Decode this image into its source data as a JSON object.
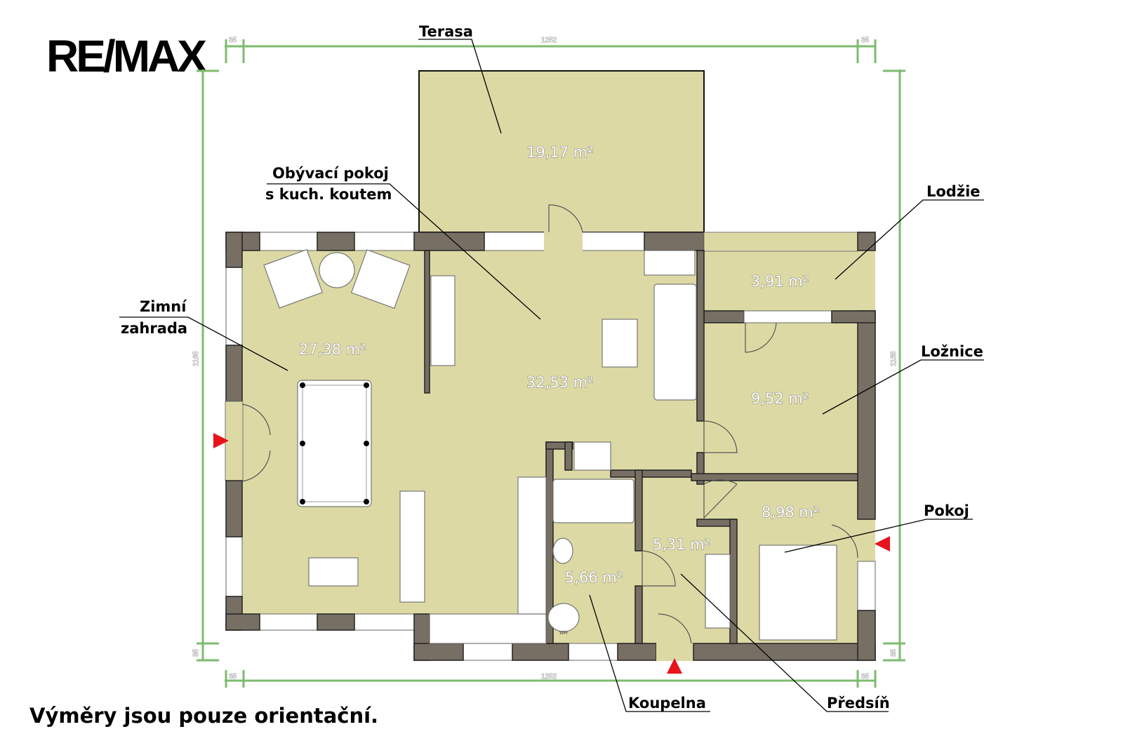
{
  "logo": "RE/MAX",
  "note": "Výměry jsou pouze orientační.",
  "dimensions": {
    "top_left": "35",
    "top_main": "1252",
    "top_right": "35",
    "bottom_left": "35",
    "bottom_main": "1252",
    "bottom_right": "35",
    "left_main": "1165",
    "left_bottom": "35",
    "right_main": "1165",
    "right_bottom": "35"
  },
  "rooms": [
    {
      "name": "Terasa",
      "area": "19,17 m²"
    },
    {
      "name_line1": "Obývací pokoj",
      "name_line2": "s kuch. koutem",
      "area": "32,53 m²"
    },
    {
      "name": "Lodžie",
      "area": "3,91 m²"
    },
    {
      "name_line1": "Zimní",
      "name_line2": "zahrada",
      "area": "27,38 m²"
    },
    {
      "name": "Ložnice",
      "area": "9,52 m²"
    },
    {
      "name": "Pokoj",
      "area": "8,98 m²"
    },
    {
      "name": "Koupelna",
      "area": "5,66 m²"
    },
    {
      "name": "Předsíň",
      "area": "5,31 m²"
    }
  ],
  "fixtures": {
    "wc": "WH"
  },
  "colors": {
    "floor": "#ddd9a5",
    "wall": "#776f64",
    "dimension": "#7dbb6f",
    "entrance": "#e8141b"
  }
}
